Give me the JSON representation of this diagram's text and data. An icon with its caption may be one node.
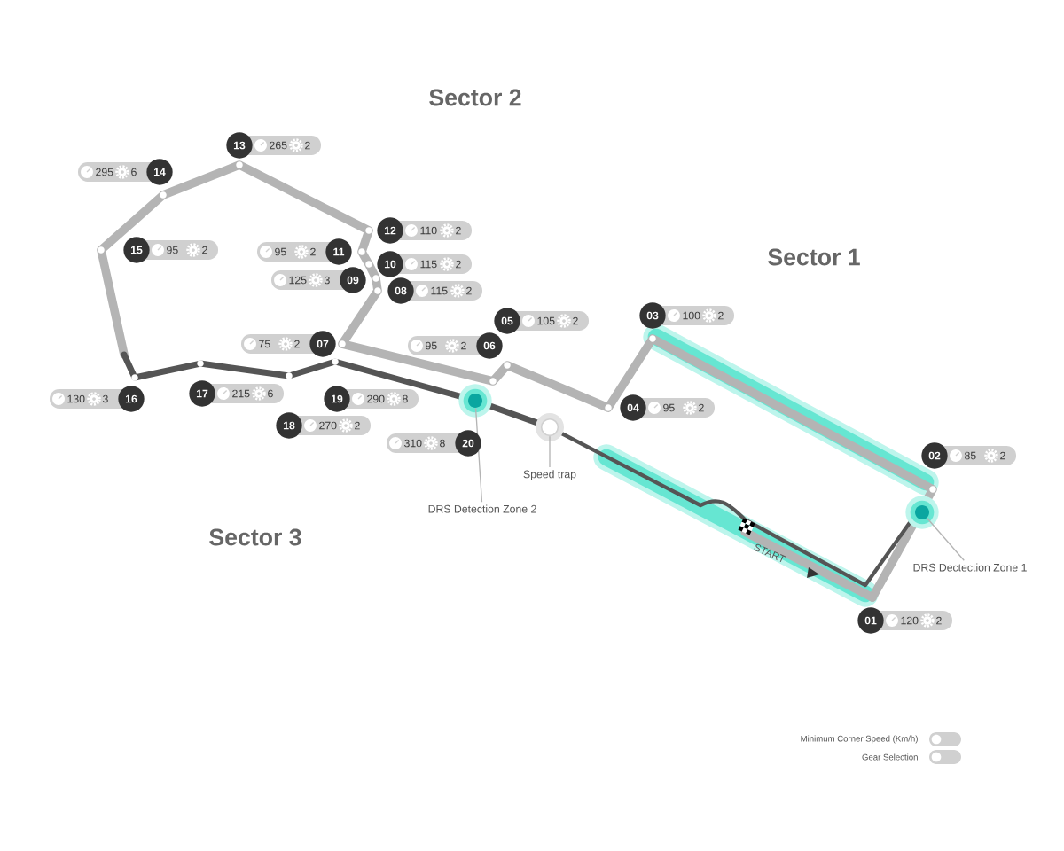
{
  "diagram": {
    "nodes": [
      {
        "text": [
          "DRS Detection Zone 2"
        ]
      },
      {
        "text": [],
        "shape": "circle"
      },
      {
        "text": [
          "Speed trap"
        ]
      },
      {
        "text": [],
        "shape": "circle"
      },
      {
        "text": [
          "DRS Dectection Zone 1"
        ]
      },
      {
        "text": [],
        "shape": "circle"
      }
    ],
    "edges": [
      {
        "from": 0,
        "to": 1,
        "arrow": "none"
      },
      {
        "from": 2,
        "to": 3,
        "arrow": "none"
      },
      {
        "from": 4,
        "to": 5,
        "arrow": "none"
      }
    ],
    "labels": [
      "Sector 2",
      "13",
      "265",
      "2",
      "295",
      "6",
      "14",
      "12",
      "110",
      "2",
      "15",
      "95",
      "2",
      "95",
      "2",
      "11",
      "Sector 1",
      "10",
      "115",
      "2",
      "125",
      "3",
      "09",
      "08",
      "115",
      "2",
      "03",
      "100",
      "2",
      "05",
      "105",
      "2",
      "75",
      "2",
      "07",
      "95",
      "2",
      "06",
      "130",
      "3",
      "16",
      "17",
      "215",
      "6",
      "19",
      "290",
      "8",
      "04",
      "95",
      "2",
      "18",
      "270",
      "2",
      "310",
      "8",
      "20",
      "02",
      "85",
      "2",
      "Sector 3",
      "START",
      "01",
      "120",
      "2"
    ],
    "legend": [
      {
        "text": "Minimum Corner Speed (Km/h)"
      },
      {
        "text": "Gear Selection"
      }
    ]
  }
}
